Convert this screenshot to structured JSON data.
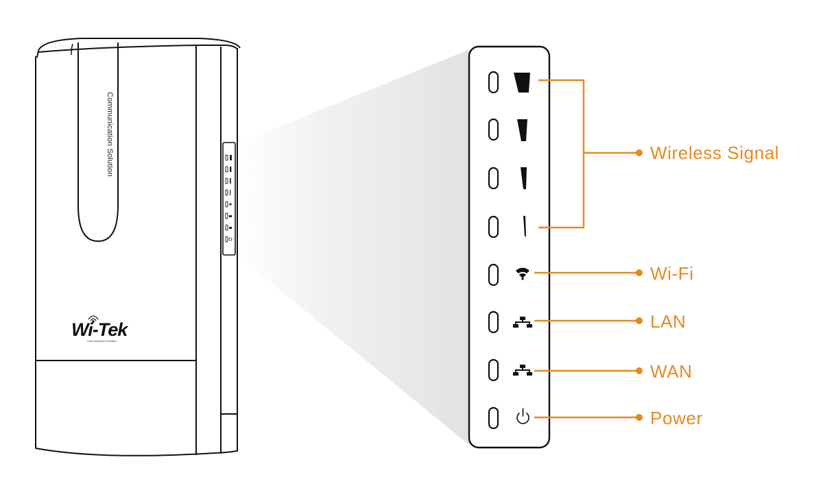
{
  "device": {
    "vertical_text": "Communication Solution",
    "logo": {
      "brand": "Wi-Tek",
      "subtitle": "Communication Solution"
    }
  },
  "labels": {
    "wireless_signal": "Wireless Signal",
    "wifi": "Wi-Fi",
    "lan": "LAN",
    "wan": "WAN",
    "power": "Power"
  },
  "colors": {
    "accent": "#e58a1f",
    "outline": "#111111"
  },
  "icons": [
    "signal-bar-4-icon",
    "signal-bar-3-icon",
    "signal-bar-2-icon",
    "signal-bar-1-icon",
    "wifi-icon",
    "lan-network-icon",
    "wan-network-icon",
    "power-icon"
  ]
}
